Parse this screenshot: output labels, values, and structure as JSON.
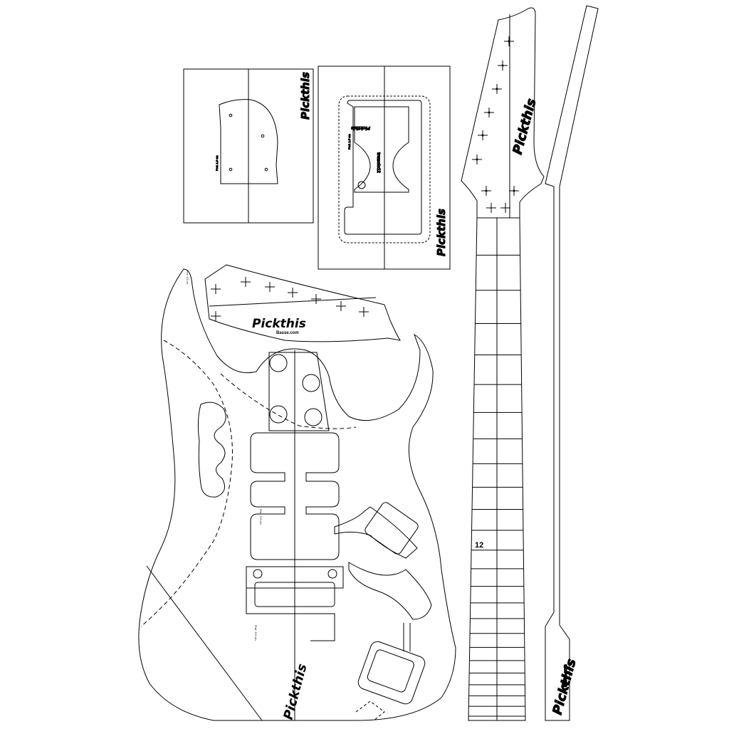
{
  "brand": {
    "logo": "Pickthis",
    "site": "Basse.com"
  },
  "labels": {
    "fret_marker": "12",
    "depth_a": "Prof. 1.5 cm",
    "depth_b": "Prof. 3.5 cm",
    "depth_c": "Prof. 6.0 cm",
    "depth_d": "Prof. 1.8 cm",
    "trem_model": "tremolo12",
    "trem_brand": "Pickthis"
  },
  "colors": {
    "line": "#000000",
    "paper": "#ffffff"
  },
  "neck": {
    "fret_count": 24
  }
}
